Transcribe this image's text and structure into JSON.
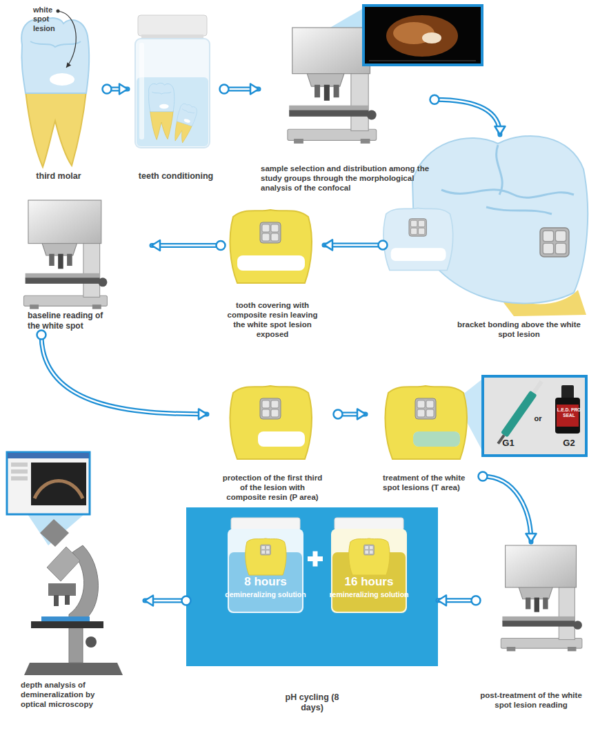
{
  "diagram": {
    "nodes": [
      {
        "text": [
          "third molar"
        ]
      },
      {
        "text": [
          "teeth conditioning"
        ]
      },
      {
        "text": [
          "sample selection and distribution among the study groups through the morphological analysis of the confocal"
        ]
      },
      {
        "text": [
          "bracket bonding above the white spot lesion"
        ]
      },
      {
        "text": [
          "tooth covering with composite resin leaving the white spot lesion exposed"
        ]
      },
      {
        "text": [
          "baseline reading of the white spot"
        ]
      },
      {
        "text": [
          "protection of the first third of the lesion with composite resin (P area)"
        ]
      },
      {
        "text": [
          "treatment of the white spot lesions (T area)"
        ]
      },
      {
        "text": [
          "post-treatment of the white spot lesion reading"
        ]
      },
      {
        "text": [
          "8 hours",
          "demineralizing solution",
          "16 hours",
          "remineralizing solution",
          "pH cycling (8 days)"
        ]
      },
      {
        "text": [
          "depth analysis of demineralization by optical microscopy"
        ]
      }
    ],
    "edges": [
      {
        "from": 0,
        "to": 1,
        "arrow": "to"
      },
      {
        "from": 1,
        "to": 2,
        "arrow": "to"
      },
      {
        "from": 2,
        "to": 3,
        "arrow": "to"
      },
      {
        "from": 3,
        "to": 4,
        "arrow": "to"
      },
      {
        "from": 4,
        "to": 5,
        "arrow": "to"
      },
      {
        "from": 5,
        "to": 6,
        "arrow": "to"
      },
      {
        "from": 6,
        "to": 7,
        "arrow": "to"
      },
      {
        "from": 7,
        "to": 8,
        "arrow": "to"
      },
      {
        "from": 8,
        "to": 9,
        "arrow": "to"
      },
      {
        "from": 9,
        "to": 10,
        "arrow": "to"
      }
    ],
    "labels": [
      "white spot lesion",
      "G1",
      "or",
      "G2",
      "L.E.D. PRO SEAL"
    ]
  }
}
